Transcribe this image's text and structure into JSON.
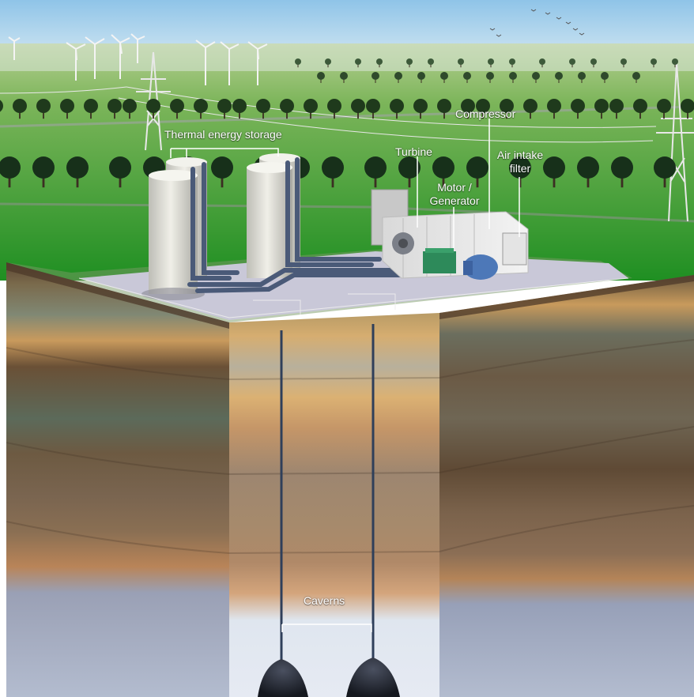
{
  "labels": {
    "thermal_energy_storage": "Thermal energy storage",
    "turbine": "Turbine",
    "compressor": "Compressor",
    "motor_generator_line1": "Motor /",
    "motor_generator_line2": "Generator",
    "air_intake_filter_line1": "Air intake",
    "air_intake_filter_line2": "filter",
    "caverns": "Caverns"
  },
  "colors": {
    "sky_top": "#8fc4e8",
    "sky_horizon": "#e6f1f5",
    "grass_far": "#8db96a",
    "grass_near": "#2f9a2c",
    "platform": "#c9c8d8",
    "soil_sand": "#d8a760",
    "soil_brown": "#6e5238",
    "soil_grey": "#6b6e67",
    "bedrock": "#a7b0c6",
    "label_text": "#ffffff"
  }
}
